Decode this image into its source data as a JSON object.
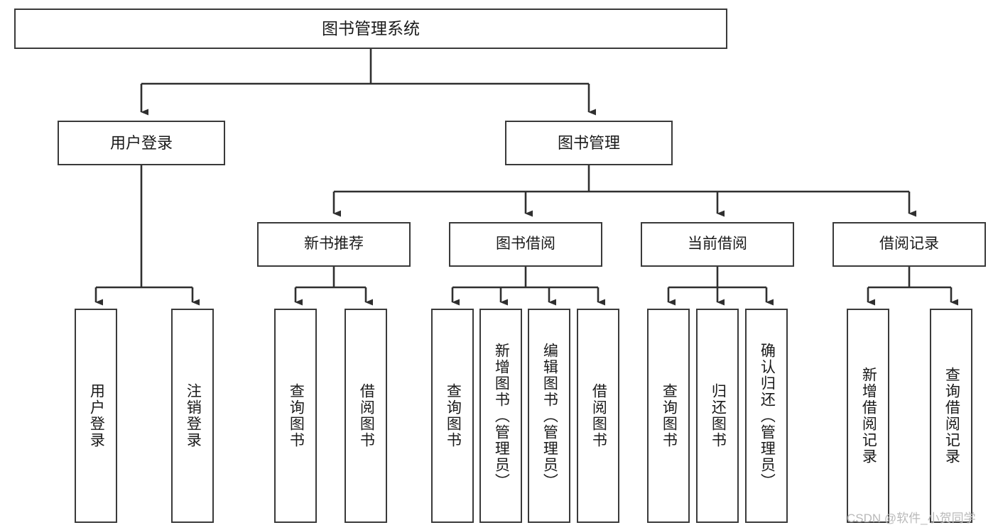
{
  "diagram": {
    "title": "图书管理系统",
    "type": "tree-hierarchy-chart",
    "colors": {
      "box_border": "#3a3a3a",
      "box_fill": "#ffffff",
      "connector": "#2f2f2f",
      "text": "#1a1a1a",
      "watermark": "#b9b9b9",
      "background": "#ffffff"
    },
    "nodes": {
      "root": {
        "label": "图书管理系统"
      },
      "level2": [
        {
          "id": "user-login",
          "label": "用户登录"
        },
        {
          "id": "book-management",
          "label": "图书管理"
        }
      ],
      "level3": [
        {
          "id": "new-book-recommend",
          "label": "新书推荐"
        },
        {
          "id": "book-borrow",
          "label": "图书借阅"
        },
        {
          "id": "current-borrow",
          "label": "当前借阅"
        },
        {
          "id": "borrow-record",
          "label": "借阅记录"
        }
      ],
      "leaves": {
        "user-login": [
          {
            "id": "user-login-action",
            "label": "用户登录"
          },
          {
            "id": "user-logout-action",
            "label": "注销登录"
          }
        ],
        "new-book-recommend": [
          {
            "id": "query-book-1",
            "label": "查询图书"
          },
          {
            "id": "borrow-book-1",
            "label": "借阅图书"
          }
        ],
        "book-borrow": [
          {
            "id": "query-book-2",
            "label": "查询图书"
          },
          {
            "id": "add-book-admin",
            "label": "新增图书（管理员）"
          },
          {
            "id": "edit-book-admin",
            "label": "编辑图书（管理员）"
          },
          {
            "id": "borrow-book-2",
            "label": "借阅图书"
          }
        ],
        "current-borrow": [
          {
            "id": "query-book-3",
            "label": "查询图书"
          },
          {
            "id": "return-book",
            "label": "归还图书"
          },
          {
            "id": "confirm-return-admin",
            "label": "确认归还（管理员）"
          }
        ],
        "borrow-record": [
          {
            "id": "add-borrow-record",
            "label": "新增借阅记录"
          },
          {
            "id": "query-borrow-record",
            "label": "查询借阅记录"
          }
        ]
      }
    },
    "watermark": "CSDN @软件_小贺同学"
  }
}
